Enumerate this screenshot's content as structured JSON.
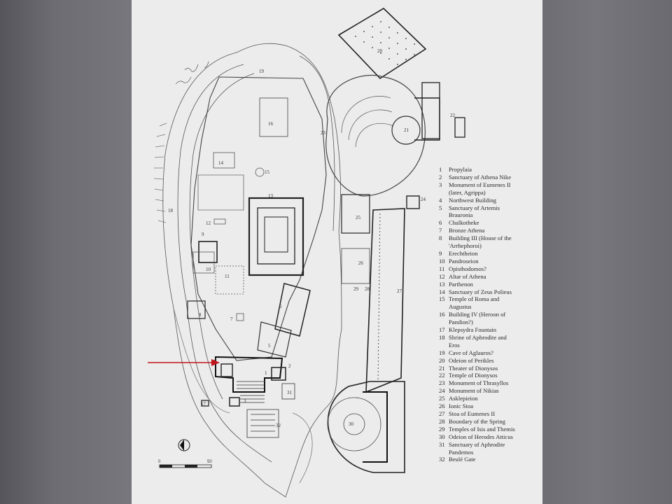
{
  "legend": [
    {
      "num": "1",
      "text": "Propylaia"
    },
    {
      "num": "2",
      "text": "Sanctuary of Athena Nike"
    },
    {
      "num": "3",
      "text": "Monument of Eumenes II\n(later, Agrippa)"
    },
    {
      "num": "4",
      "text": "Northwest Building"
    },
    {
      "num": "5",
      "text": "Sanctuary of Artemis\nBrauronia"
    },
    {
      "num": "6",
      "text": "Chalkotheke"
    },
    {
      "num": "7",
      "text": "Bronze Athena"
    },
    {
      "num": "8",
      "text": "Building III (House of the\n'Arrhephoroi)"
    },
    {
      "num": "9",
      "text": "Erechtheion"
    },
    {
      "num": "10",
      "text": "Pandroseion"
    },
    {
      "num": "11",
      "text": "Opisthodomos?"
    },
    {
      "num": "12",
      "text": "Altar of Athena"
    },
    {
      "num": "13",
      "text": "Parthenon"
    },
    {
      "num": "14",
      "text": "Sanctuary of Zeus Polieus"
    },
    {
      "num": "15",
      "text": "Temple of Roma and\nAugustus"
    },
    {
      "num": "16",
      "text": "Building IV (Heroon of\nPandion?)"
    },
    {
      "num": "17",
      "text": "Klepsydra Fountain"
    },
    {
      "num": "18",
      "text": "Shrine of Aphrodite and\nEros"
    },
    {
      "num": "19",
      "text": "Cave of Aglauros?"
    },
    {
      "num": "20",
      "text": "Odeion of Perikles"
    },
    {
      "num": "21",
      "text": "Theater of Dionysos"
    },
    {
      "num": "22",
      "text": "Temple of Dionysos"
    },
    {
      "num": "23",
      "text": "Monument of Thrasyllos"
    },
    {
      "num": "24",
      "text": "Monument of Nikias"
    },
    {
      "num": "25",
      "text": "Asklepieion"
    },
    {
      "num": "26",
      "text": "Ionic Stoa"
    },
    {
      "num": "27",
      "text": "Stoa of Eumenes II"
    },
    {
      "num": "28",
      "text": "Boundary of the Spring"
    },
    {
      "num": "29",
      "text": "Temples of Isis and Themis"
    },
    {
      "num": "30",
      "text": "Odeion of Herodes Atticus"
    },
    {
      "num": "31",
      "text": "Sanctuary of Aphrodite\nPandemos"
    },
    {
      "num": "32",
      "text": "Beulé Gate"
    }
  ],
  "map_labels": [
    "1",
    "2",
    "3",
    "4",
    "5",
    "6",
    "7",
    "8",
    "9",
    "10",
    "11",
    "12",
    "13",
    "14",
    "15",
    "16",
    "17",
    "18",
    "19",
    "20",
    "21",
    "22",
    "23",
    "24",
    "25",
    "26",
    "27",
    "28",
    "29",
    "30",
    "31",
    "32"
  ],
  "scale": {
    "start": "0",
    "end": "50"
  },
  "colors": {
    "page": "#ececec",
    "line": "#444444",
    "arrow": "#c0161b",
    "slide_bg": "#6c6c72"
  },
  "icons": {
    "north": "north-arrow-icon",
    "pointer": "red-arrow-icon"
  }
}
